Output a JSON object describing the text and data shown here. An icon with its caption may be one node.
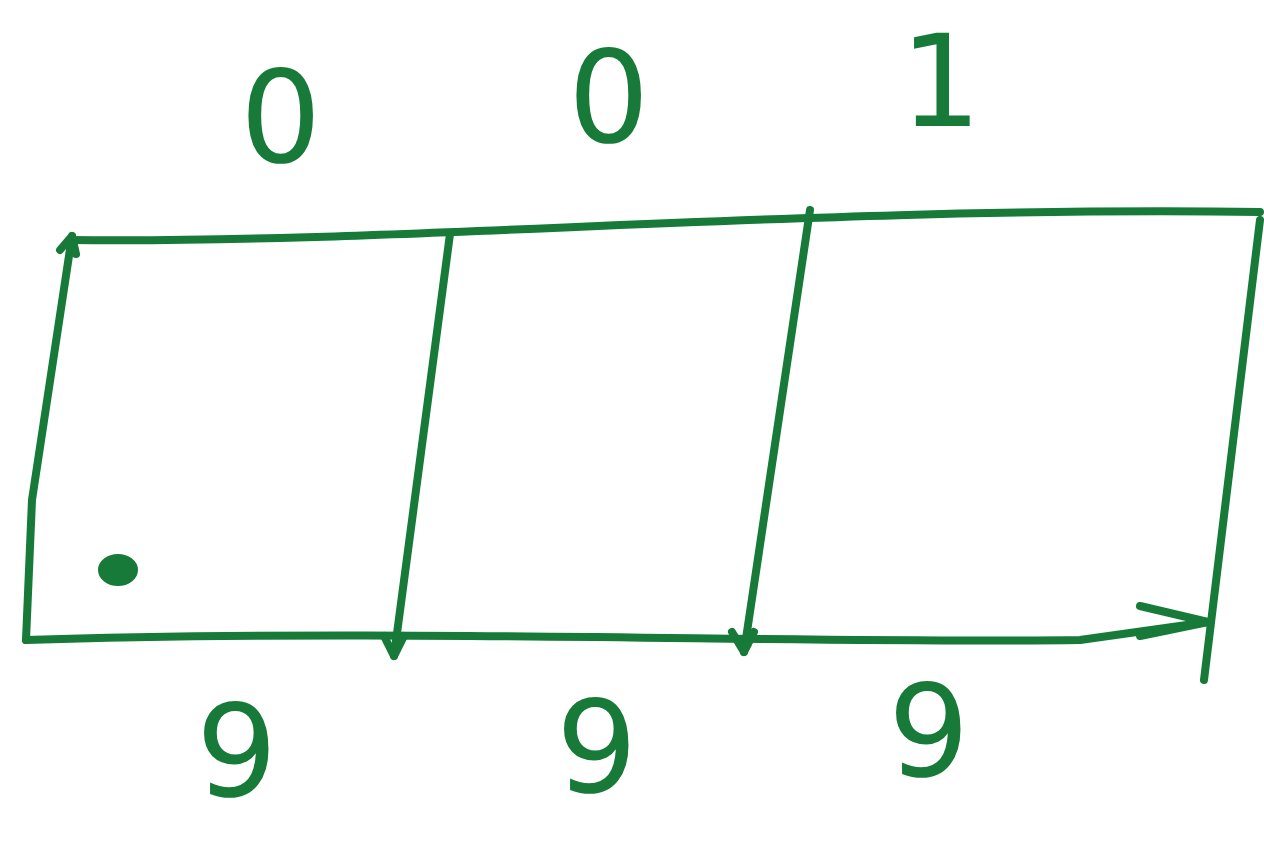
{
  "diagram": {
    "labels": [
      "0",
      "0",
      "1",
      "9",
      "9",
      "9"
    ]
  }
}
